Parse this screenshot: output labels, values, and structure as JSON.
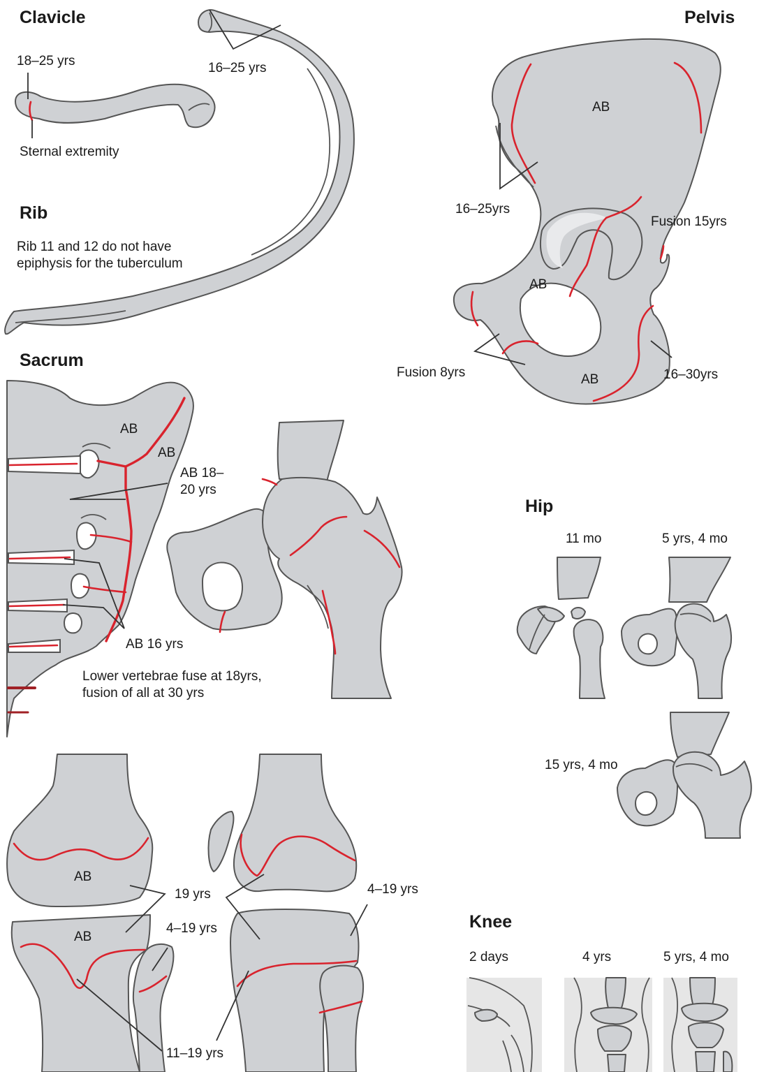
{
  "titles": {
    "clavicle": "Clavicle",
    "pelvis": "Pelvis",
    "rib": "Rib",
    "sacrum": "Sacrum",
    "hip": "Hip",
    "knee": "Knee"
  },
  "clavicle": {
    "age": "18–25 yrs",
    "extremity": "Sternal extremity"
  },
  "rib": {
    "age": "16–25 yrs",
    "note": "Rib 11 and 12 do not have epiphysis for the tuberculum"
  },
  "pelvis": {
    "ab_top": "AB",
    "age_crest": "16–25yrs",
    "fusion_15": "Fusion 15yrs",
    "ab_mid": "AB",
    "fusion_8": "Fusion 8yrs",
    "ab_bottom": "AB",
    "age_ischium": "16–30yrs"
  },
  "sacrum": {
    "ab_1": "AB",
    "ab_2": "AB",
    "ab_line1": "AB  18–",
    "ab_line2": "20 yrs",
    "ab_16": "AB 16 yrs",
    "note_line1": "Lower vertebrae fuse at 18yrs,",
    "note_line2": "fusion of all at 30 yrs"
  },
  "hip": {
    "age_1": "11 mo",
    "age_2": "5 yrs, 4 mo",
    "age_3": "15 yrs, 4 mo"
  },
  "knee_joint": {
    "ab_femur": "AB",
    "ab_tibia": "AB",
    "age_19": "19 yrs",
    "age_4_19_a": "4–19 yrs",
    "age_4_19_b": "4–19 yrs",
    "age_11_19": "11–19 yrs"
  },
  "knee": {
    "age_1": "2 days",
    "age_2": "4 yrs",
    "age_3": "5 yrs, 4 mo"
  },
  "colors": {
    "bone_fill": "#cfd1d4",
    "bone_stroke": "#555555",
    "epiphyseal_line": "#d9232d",
    "leader_line": "#333333"
  }
}
